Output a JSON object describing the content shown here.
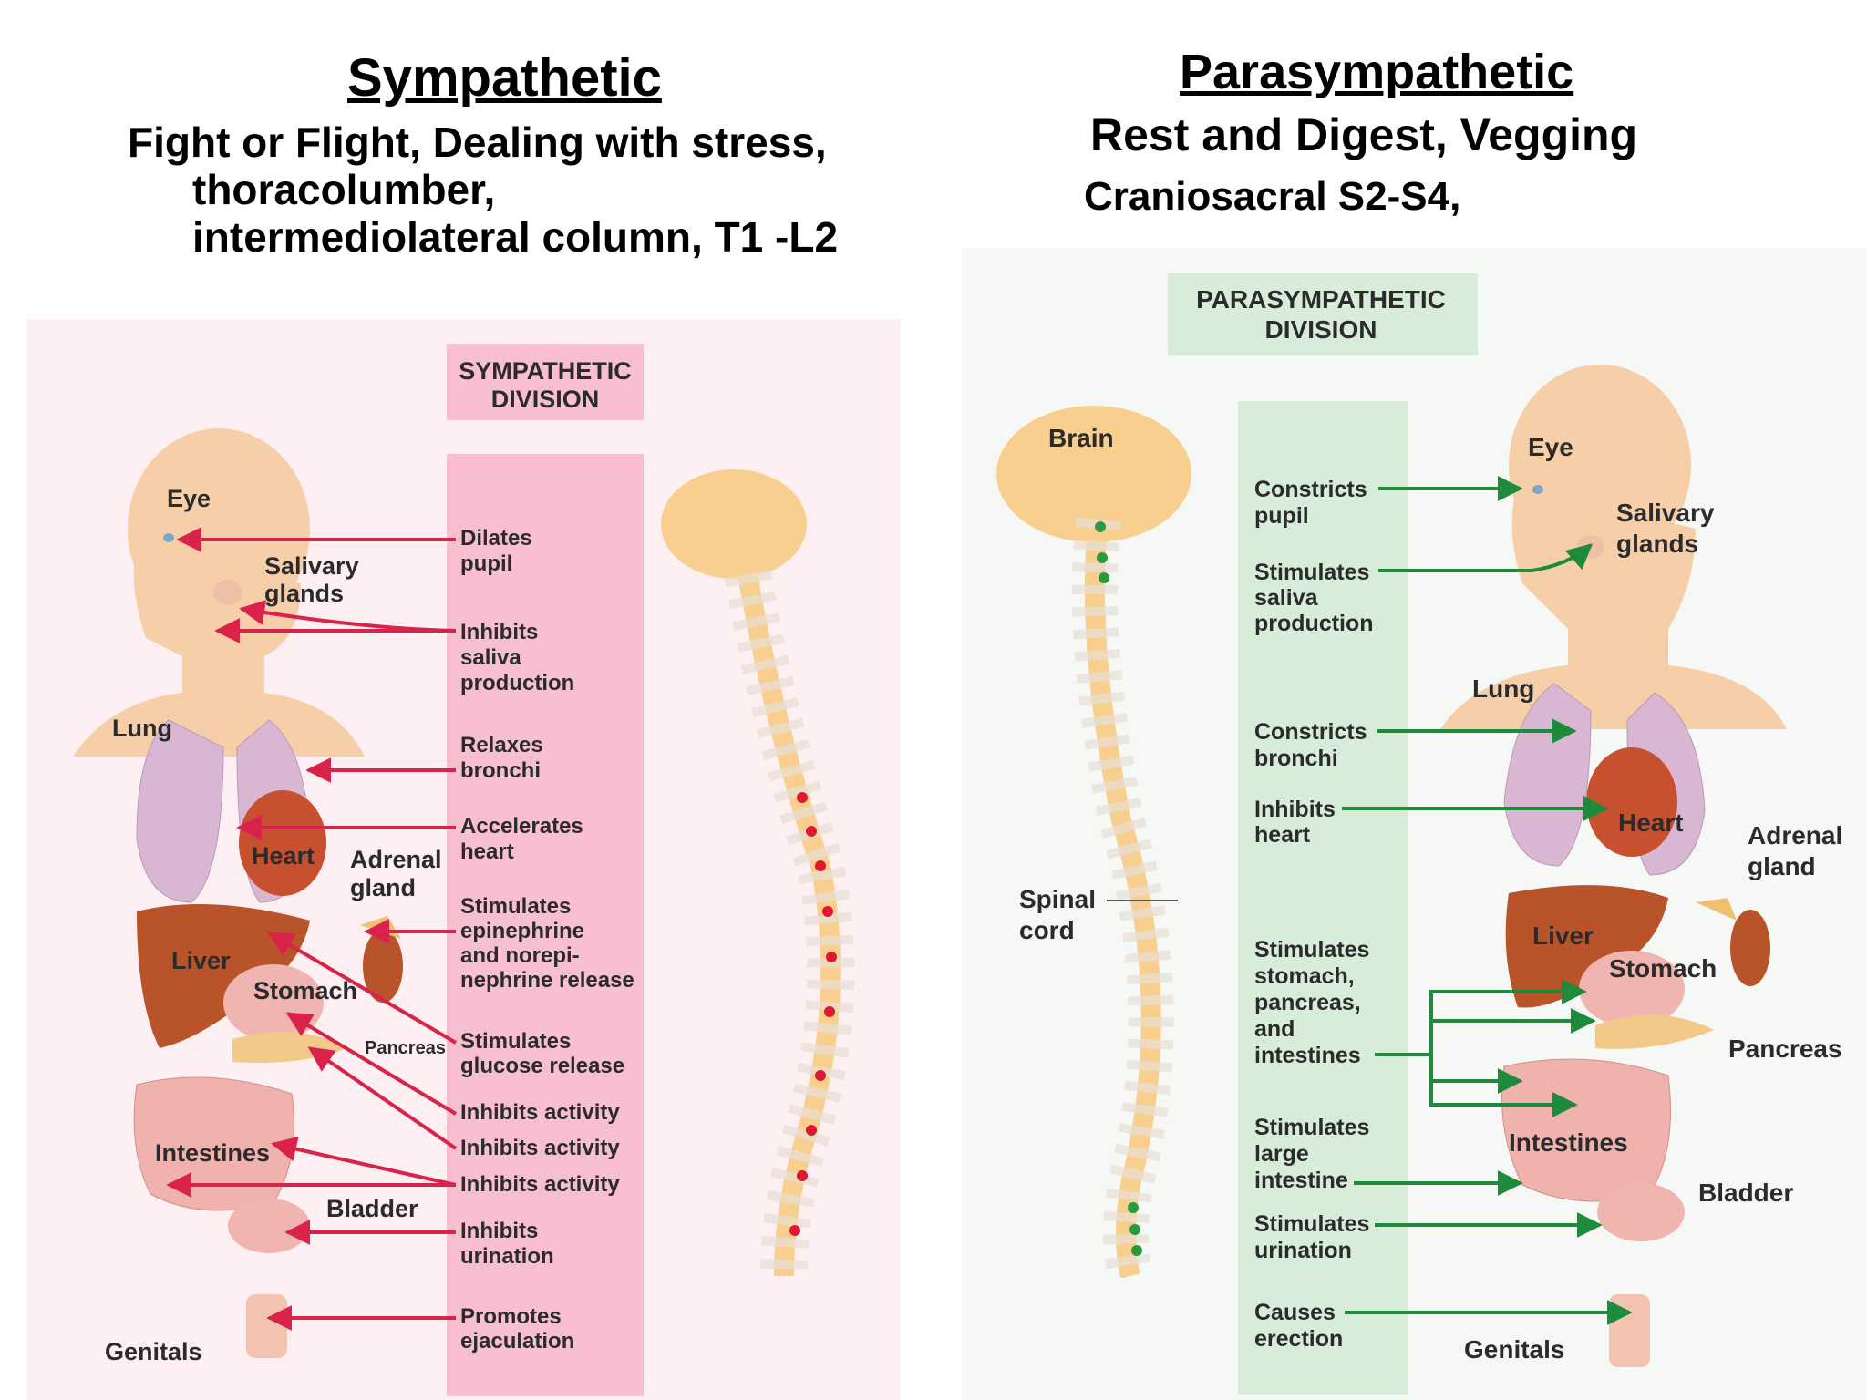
{
  "sympathetic": {
    "title": "Sympathetic",
    "subtitle_lines": [
      "Fight or Flight, Dealing with stress,",
      "thoracolumber,",
      "intermediolateral column, T1 -L2"
    ],
    "division_label_lines": [
      "SYMPATHETIC",
      "DIVISION"
    ],
    "organ_labels": {
      "eye": "Eye",
      "salivary": [
        "Salivary",
        "glands"
      ],
      "lung": "Lung",
      "heart": "Heart",
      "adrenal": [
        "Adrenal",
        "gland"
      ],
      "liver": "Liver",
      "stomach": "Stomach",
      "pancreas": "Pancreas",
      "intestines": "Intestines",
      "bladder": "Bladder",
      "genitals": "Genitals"
    },
    "effects": [
      [
        "Dilates",
        "pupil"
      ],
      [
        "Inhibits",
        "saliva",
        "production"
      ],
      [
        "Relaxes",
        "bronchi"
      ],
      [
        "Accelerates",
        "heart"
      ],
      [
        "Stimulates",
        "epinephrine",
        "and norepi-",
        "nephrine release"
      ],
      [
        "Stimulates",
        "glucose release"
      ],
      [
        "Inhibits activity"
      ],
      [
        "Inhibits activity"
      ],
      [
        "Inhibits activity"
      ],
      [
        "Inhibits",
        "urination"
      ],
      [
        "Promotes",
        "ejaculation"
      ]
    ],
    "colors": {
      "arrow": "#d9234a",
      "band": "#f7bfd0",
      "background": "#fdeff2",
      "ganglion": "#e0182f"
    }
  },
  "parasympathetic": {
    "title": "Parasympathetic",
    "subtitle_lines": [
      "Rest and Digest,  Vegging",
      "Craniosacral S2-S4,"
    ],
    "division_label_lines": [
      "PARASYMPATHETIC",
      "DIVISION"
    ],
    "organ_labels": {
      "brain": "Brain",
      "spinal_cord": [
        "Spinal",
        "cord"
      ],
      "eye": "Eye",
      "salivary": [
        "Salivary",
        "glands"
      ],
      "lung": "Lung",
      "heart": "Heart",
      "adrenal": [
        "Adrenal",
        "gland"
      ],
      "liver": "Liver",
      "stomach": "Stomach",
      "pancreas": "Pancreas",
      "intestines": "Intestines",
      "bladder": "Bladder",
      "genitals": "Genitals"
    },
    "effects": [
      [
        "Constricts",
        "pupil"
      ],
      [
        "Stimulates",
        "saliva",
        "production"
      ],
      [
        "Constricts",
        "bronchi"
      ],
      [
        "Inhibits",
        "heart"
      ],
      [
        "Stimulates",
        "stomach,",
        "pancreas,",
        "and",
        "intestines"
      ],
      [
        "Stimulates",
        "large",
        "intestine"
      ],
      [
        "Stimulates",
        "urination"
      ],
      [
        "Causes",
        "erection"
      ]
    ],
    "colors": {
      "arrow": "#1e8a3c",
      "band": "#d7ecd9",
      "background": "#f6f8f6",
      "ganglion": "#2a9a3e"
    }
  },
  "icons": {
    "organ_shapes": "anatomical illustration drawn with svg primitives"
  }
}
